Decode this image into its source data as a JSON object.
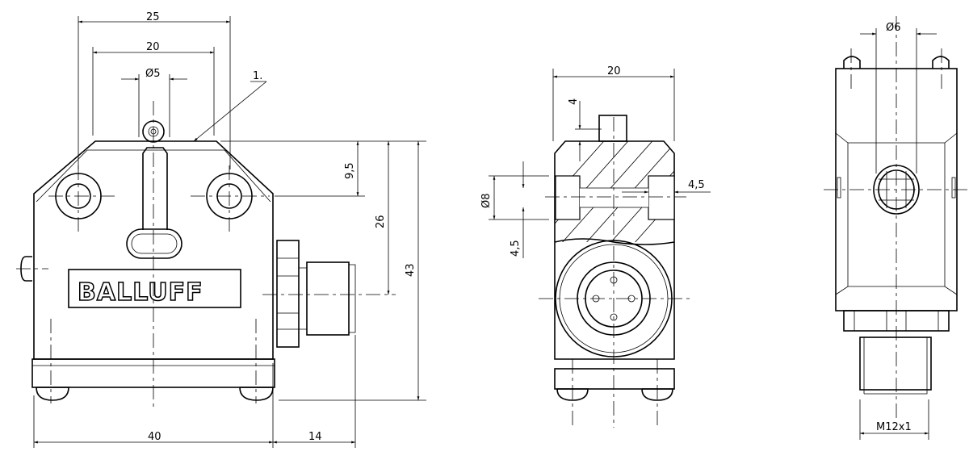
{
  "brand_logo": "BALLUFF",
  "front_view": {
    "dim_width_25": "25",
    "dim_hole_spacing_20": "20",
    "dim_roller_dia": "Ø5",
    "callout": "1.",
    "dim_9_5": "9,5",
    "dim_26": "26",
    "dim_height_43": "43",
    "dim_width_40": "40",
    "dim_connector_14": "14"
  },
  "side_view": {
    "dim_width_20": "20",
    "dim_4": "4",
    "dim_bore_dia": "Ø8",
    "dim_4_5_left": "4,5",
    "dim_4_5_right": "4,5"
  },
  "back_view": {
    "dim_dia_6": "Ø6",
    "dim_thread": "M12x1"
  }
}
